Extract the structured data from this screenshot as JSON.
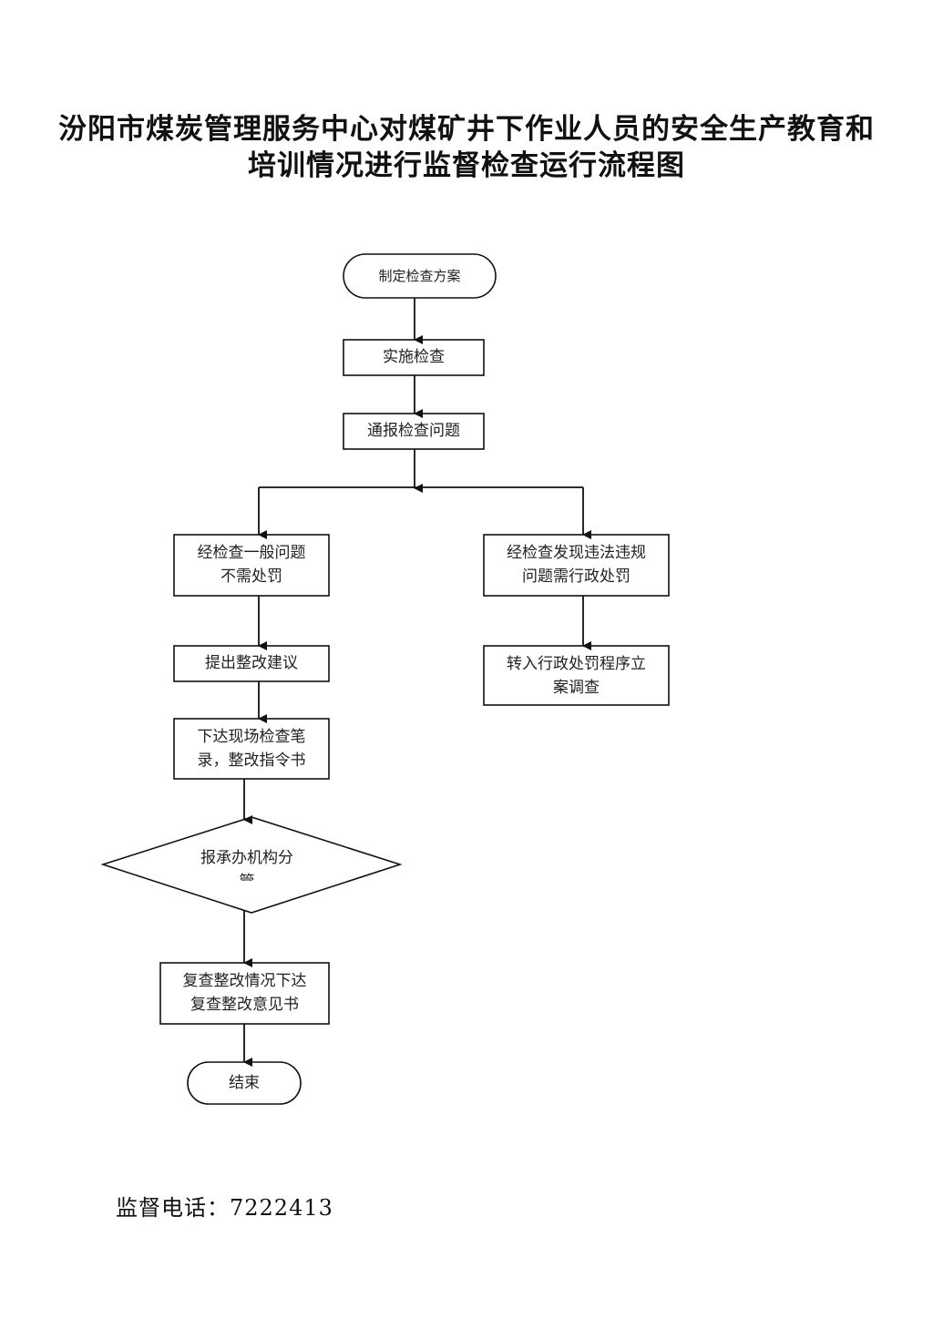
{
  "title": {
    "line1": "汾阳市煤炭管理服务中心对煤矿井下作业人员的安全生产教育和",
    "line2": "培训情况进行监督检查运行流程图"
  },
  "flow": {
    "start": "制定检查方案",
    "implement": "实施检查",
    "report": "通报检查问题",
    "left_branch": {
      "line1": "经检查一般问题",
      "line2": "不需处罚"
    },
    "right_branch": {
      "line1": "经检查发现违法违规",
      "line2": "问题需行政处罚"
    },
    "suggest": "提出整改建议",
    "issue": {
      "line1": "下达现场检查笔",
      "line2": "录，整改指令书"
    },
    "transfer": {
      "line1": "转入行政处罚程序立",
      "line2": "案调查"
    },
    "decision": {
      "line1": "报承办机构分",
      "line2": "管"
    },
    "recheck": {
      "line1": "复查整改情况下达",
      "line2": "复查整改意见书"
    },
    "end": "结束"
  },
  "footer": {
    "phone": "监督电话：7222413"
  }
}
